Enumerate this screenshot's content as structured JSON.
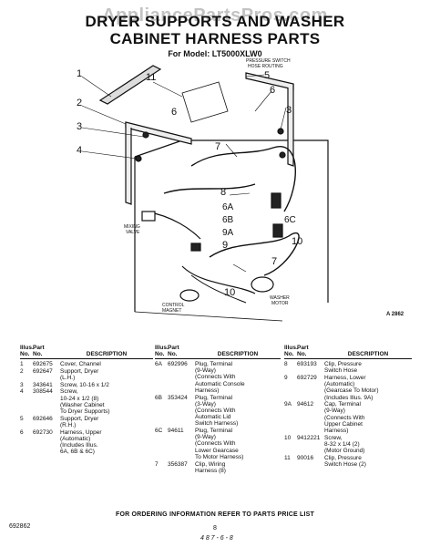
{
  "watermark": "AppliancePartsPros.com",
  "title": {
    "line1": "DRYER SUPPORTS AND WASHER",
    "line2": "CABINET HARNESS PARTS",
    "model": "For Model: LT5000XLW0"
  },
  "diagram": {
    "callouts": [
      "1",
      "2",
      "3",
      "4",
      "11",
      "6",
      "5",
      "6",
      "3",
      "7",
      "8",
      "6A",
      "6B",
      "9A",
      "9",
      "10",
      "6C",
      "7",
      "10"
    ],
    "labels": {
      "pressure_switch": "PRESSURE SWITCH",
      "hose_routing": "HOSE ROUTING",
      "mixing": "MIXING",
      "valve": "VALVE",
      "control": "CONTROL",
      "magnet": "MAGNET",
      "washer": "WASHER",
      "motor": "MOTOR"
    },
    "figure_id": "A 2862"
  },
  "table": {
    "headers": {
      "illus": "Illus.",
      "no": "No.",
      "part": "Part",
      "description": "DESCRIPTION"
    },
    "col1": [
      {
        "illus": "1",
        "part": "692675",
        "desc": "Cover, Channel"
      },
      {
        "illus": "2",
        "part": "692647",
        "desc": "Support, Dryer\n(L.H.)"
      },
      {
        "illus": "3",
        "part": "343641",
        "desc": "Screw, 10-16 x 1/2"
      },
      {
        "illus": "4",
        "part": "308544",
        "desc": "Screw,\n10-24 x 1/2 (8)\n(Washer Cabinet\nTo Dryer Supports)"
      },
      {
        "illus": "5",
        "part": "692646",
        "desc": "Support, Dryer\n(R.H.)"
      },
      {
        "illus": "6",
        "part": "692730",
        "desc": "Harness, Upper\n(Automatic)\n(Includes Illus.\n6A, 6B & 6C)"
      }
    ],
    "col2": [
      {
        "illus": "6A",
        "part": "692996",
        "desc": "Plug, Terminal\n(9-Way)\n(Connects With\nAutomatic Console\nHarness)"
      },
      {
        "illus": "6B",
        "part": "353424",
        "desc": "Plug, Terminal\n(3-Way)\n(Connects With\nAutomatic Lid\nSwitch Harness)"
      },
      {
        "illus": "6C",
        "part": "94611",
        "desc": "Plug, Terminal\n(9-Way)\n(Connects With\nLower Gearcase\nTo Motor Harness)"
      },
      {
        "illus": "7",
        "part": "356387",
        "desc": "Clip, Wiring\nHarness (8)"
      }
    ],
    "col3": [
      {
        "illus": "8",
        "part": "693193",
        "desc": "Clip, Pressure\nSwitch Hose"
      },
      {
        "illus": "9",
        "part": "692729",
        "desc": "Harness, Lower\n(Automatic)\n(Gearcase To Motor)\n(Includes Illus. 9A)"
      },
      {
        "illus": "9A",
        "part": "94612",
        "desc": "Cap, Terminal\n(9-Way)\n(Connects With\nUpper Cabinet\nHarness)"
      },
      {
        "illus": "10",
        "part": "9412221",
        "desc": "Screw,\n8-32 x 1/4 (2)\n(Motor Ground)"
      },
      {
        "illus": "11",
        "part": "90016",
        "desc": "Clip, Pressure\nSwitch Hose (2)"
      }
    ]
  },
  "footer": {
    "ordering": "FOR ORDERING INFORMATION REFER TO PARTS PRICE LIST",
    "page_code": "692862",
    "page_number": "8",
    "handwritten": "4 8 7 - 6 - 8"
  }
}
